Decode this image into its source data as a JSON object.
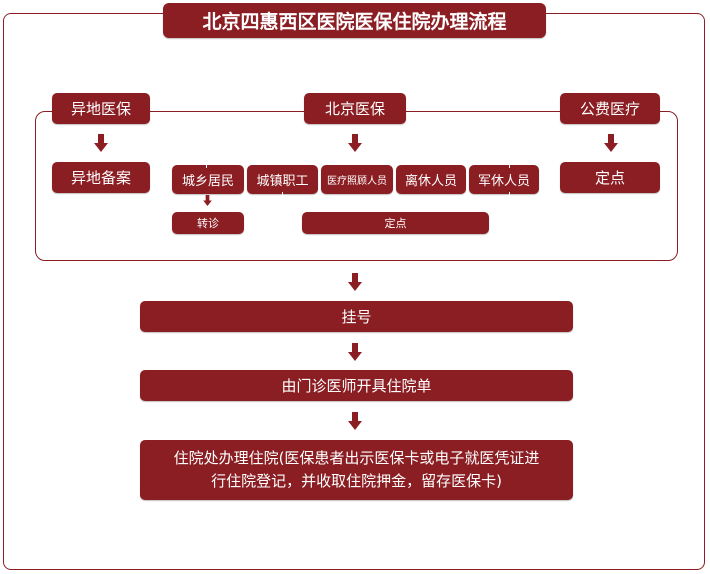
{
  "title": "北京四惠西区医院医保住院办理流程",
  "categories": {
    "out_of_town": "异地医保",
    "beijing": "北京医保",
    "public": "公费医疗"
  },
  "out_of_town_step": "异地备案",
  "public_step": "定点",
  "beijing_groups": [
    "城乡居民",
    "城镇职工",
    "医疗照顾人员",
    "离休人员",
    "军休人员"
  ],
  "referral": "转诊",
  "designated": "定点",
  "steps": [
    "挂号",
    "由门诊医师开具住院单",
    "住院处办理住院(医保患者出示医保卡或电子就医凭证进",
    "行住院登记，并收取住院押金，留存医保卡)"
  ],
  "colors": {
    "primary": "#8b1e23",
    "background": "#ffffff",
    "text_on_primary": "#ffffff"
  }
}
